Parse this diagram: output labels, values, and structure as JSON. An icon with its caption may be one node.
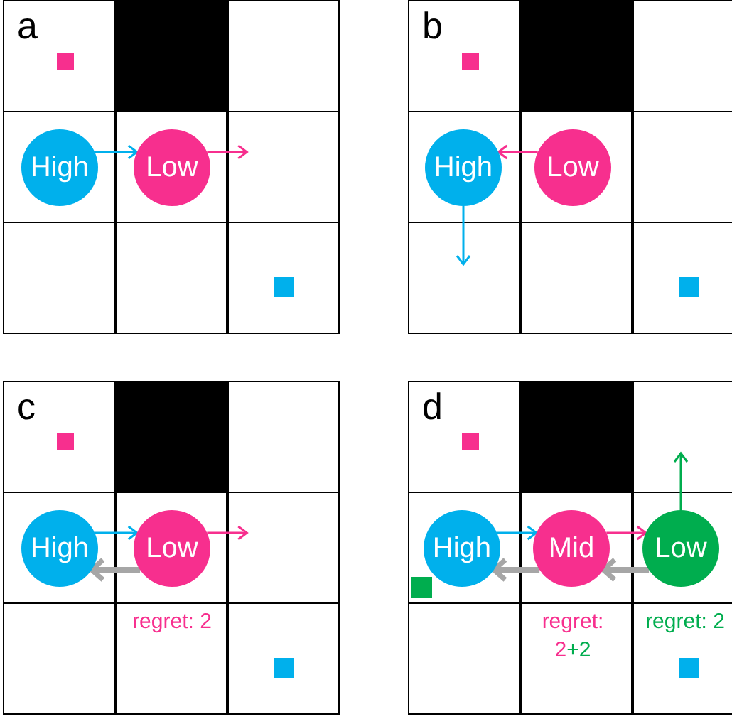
{
  "diagram": {
    "nodes": [
      {
        "text": [
          "a"
        ]
      },
      {
        "text": [
          "High"
        ],
        "in": 0
      },
      {
        "text": [
          "Low"
        ],
        "in": 0
      },
      {
        "text": [
          "b"
        ]
      },
      {
        "text": [
          "High"
        ],
        "in": 3
      },
      {
        "text": [
          "Low"
        ],
        "in": 3
      },
      {
        "text": [
          "c"
        ]
      },
      {
        "text": [
          "High"
        ],
        "in": 6
      },
      {
        "text": [
          "Low"
        ],
        "in": 6,
        "beside": [
          "regret: 2"
        ]
      },
      {
        "text": [
          "d"
        ]
      },
      {
        "text": [
          "High"
        ],
        "in": 9
      },
      {
        "text": [
          "Mid"
        ],
        "in": 9,
        "beside": [
          "regret: 2",
          "+2"
        ]
      },
      {
        "text": [
          "Low"
        ],
        "in": 9,
        "beside": [
          "regret: 2"
        ]
      }
    ],
    "edges": [
      {
        "from": 1,
        "to": 2,
        "arrow": "to",
        "color": "#00b0ec"
      },
      {
        "from": 2,
        "to": null,
        "arrow": "to",
        "color": "#f72f8e"
      },
      {
        "from": 5,
        "to": 4,
        "arrow": "to",
        "color": "#f72f8e"
      },
      {
        "from": 4,
        "to": null,
        "arrow": "to",
        "color": "#00b0ec"
      },
      {
        "from": 7,
        "to": 8,
        "arrow": "to",
        "color": "#00b0ec"
      },
      {
        "from": 8,
        "to": null,
        "arrow": "to",
        "color": "#f72f8e"
      },
      {
        "from": 8,
        "to": 7,
        "arrow": "to",
        "style": "thick",
        "color": "#a6a6a6"
      },
      {
        "from": 10,
        "to": 11,
        "arrow": "to",
        "color": "#00b0ec"
      },
      {
        "from": 11,
        "to": 12,
        "arrow": "to",
        "color": "#f72f8e"
      },
      {
        "from": 12,
        "to": null,
        "arrow": "to",
        "color": "#00ad4e"
      },
      {
        "from": 11,
        "to": 10,
        "arrow": "to",
        "style": "thick",
        "color": "#a6a6a6"
      },
      {
        "from": 12,
        "to": 11,
        "arrow": "to",
        "style": "thick",
        "color": "#a6a6a6"
      }
    ]
  }
}
